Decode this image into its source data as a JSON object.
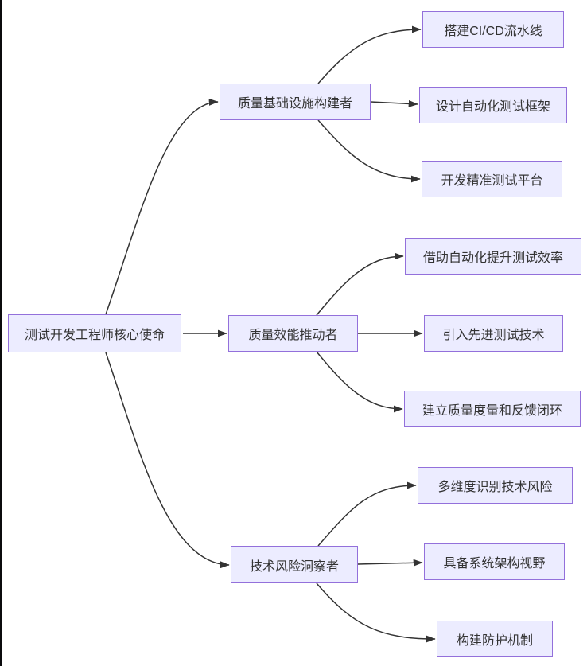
{
  "diagram": {
    "type": "flowchart-mindmap",
    "direction": "left-to-right",
    "root": {
      "label": "测试开发工程师核心使命"
    },
    "branches": [
      {
        "label": "质量基础设施构建者",
        "children": [
          {
            "label": "搭建CI/CD流水线"
          },
          {
            "label": "设计自动化测试框架"
          },
          {
            "label": "开发精准测试平台"
          }
        ]
      },
      {
        "label": "质量效能推动者",
        "children": [
          {
            "label": "借助自动化提升测试效率"
          },
          {
            "label": "引入先进测试技术"
          },
          {
            "label": "建立质量度量和反馈闭环"
          }
        ]
      },
      {
        "label": "技术风险洞察者",
        "children": [
          {
            "label": "多维度识别技术风险"
          },
          {
            "label": "具备系统架构视野"
          },
          {
            "label": "构建防护机制"
          }
        ]
      }
    ],
    "style": {
      "node_fill": "#ECECFF",
      "node_border": "#9370DB",
      "edge_color": "#333333",
      "text_color": "#333333",
      "screen_left_edge": "#0B0B0D"
    }
  }
}
